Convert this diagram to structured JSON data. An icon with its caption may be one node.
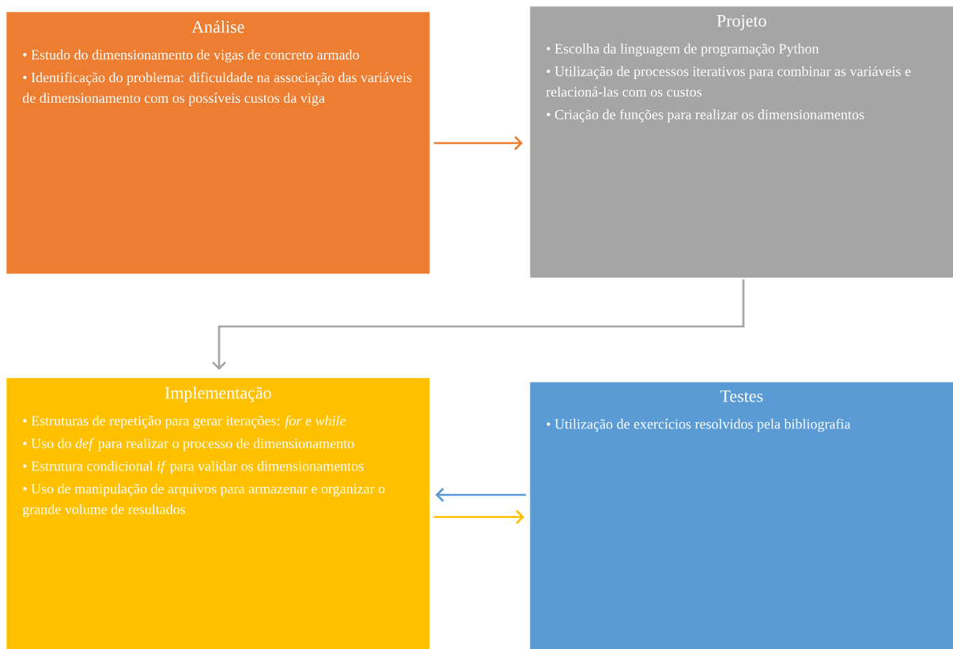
{
  "diagram": {
    "nodes": [
      {
        "text": [
          "Análise",
          "• Estudo do dimensionamento de vigas de concreto armado",
          "• Identificação do problema: dificuldade na associação das variáveis de dimensionamento com os possíveis custos da viga"
        ]
      },
      {
        "text": [
          "Projeto",
          "• Escolha da linguagem de programação Python",
          "• Utilização de processos iterativos para combinar as variáveis e relacioná-las com os custos",
          "• Criação de funções para realizar os dimensionamentos"
        ]
      },
      {
        "text": [
          "Implementação",
          "• Estruturas de repetição para gerar iterações: *for* e *while*",
          "• Uso do *def* para realizar o processo de dimensionamento",
          "• Estrutura condicional *if* para validar os dimensionamentos",
          "• Uso de manipulação de arquivos para armazenar e organizar o grande volume de resultados"
        ]
      },
      {
        "text": [
          "Testes",
          "• Utilização de exercícios resolvidos pela bibliografia"
        ]
      }
    ],
    "edges": [
      {
        "from": 0,
        "to": 1,
        "arrow": "to",
        "color": "#ed7d31"
      },
      {
        "from": 1,
        "to": 2,
        "arrow": "to",
        "color": "#a5a5a5"
      },
      {
        "from": 3,
        "to": 2,
        "arrow": "to",
        "color": "#5b9bd5"
      },
      {
        "from": 2,
        "to": 3,
        "arrow": "to",
        "color": "#ffc000"
      }
    ]
  }
}
